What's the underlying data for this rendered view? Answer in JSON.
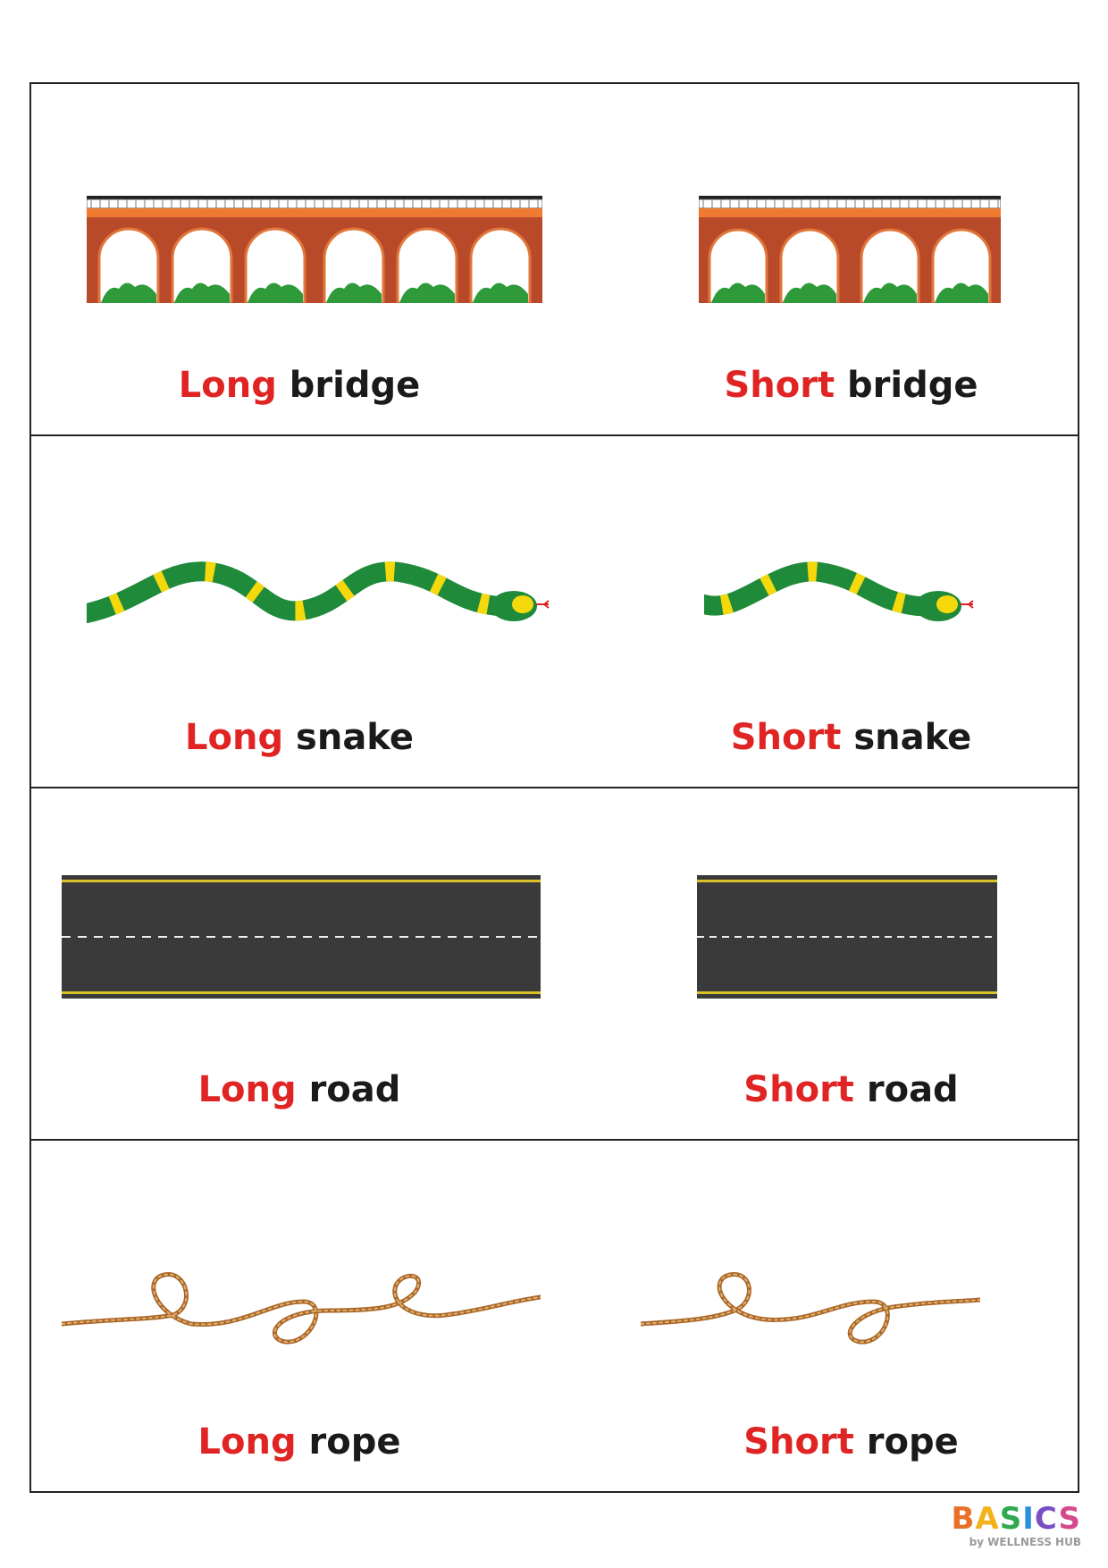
{
  "items": [
    {
      "long": {
        "adjective": "Long",
        "noun": "bridge"
      },
      "short": {
        "adjective": "Short",
        "noun": "bridge"
      },
      "icon": "bridge-icon"
    },
    {
      "long": {
        "adjective": "Long",
        "noun": "snake"
      },
      "short": {
        "adjective": "Short",
        "noun": "snake"
      },
      "icon": "snake-icon"
    },
    {
      "long": {
        "adjective": "Long",
        "noun": "road"
      },
      "short": {
        "adjective": "Short",
        "noun": "road"
      },
      "icon": "road-icon"
    },
    {
      "long": {
        "adjective": "Long",
        "noun": "rope"
      },
      "short": {
        "adjective": "Short",
        "noun": "rope"
      },
      "icon": "rope-icon"
    }
  ],
  "colors": {
    "adjective": "#e02424",
    "noun": "#1a1a1a",
    "brick": "#b84a2a",
    "snake_green": "#1e8a3a",
    "snake_yellow": "#f5d90c",
    "road": "#3a3a3a",
    "rope": "#a8662a"
  },
  "logo": {
    "letters": [
      "B",
      "A",
      "S",
      "I",
      "C",
      "S"
    ],
    "subtitle": "by WELLNESS HUB"
  }
}
